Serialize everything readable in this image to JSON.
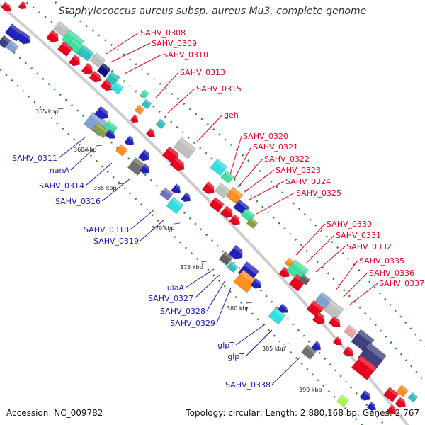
{
  "title": "Staphylococcus aureus subsp. aureus Mu3, complete genome",
  "footer": {
    "accession": "Accession: NC_009782",
    "topology": "Topology: circular; Length: 2,880,168 bp; Genes: 2,767"
  },
  "kbp_markers": [
    "355 kbp",
    "360 kbp",
    "365 kbp",
    "370 kbp",
    "375 kbp",
    "380 kbp",
    "385 kbp",
    "390 kbp"
  ],
  "forward_genes": [
    "SAHV_0308",
    "SAHV_0309",
    "SAHV_0310",
    "SAHV_0313",
    "SAHV_0315",
    "geh",
    "SAHV_0320",
    "SAHV_0321",
    "SAHV_0322",
    "SAHV_0323",
    "SAHV_0324",
    "SAHV_0325",
    "SAHV_0330",
    "SAHV_0331",
    "SAHV_0332",
    "SAHV_0335",
    "SAHV_0336",
    "SAHV_0337"
  ],
  "reverse_genes": [
    "SAHV_0311",
    "nanA",
    "SAHV_0314",
    "SAHV_0316",
    "SAHV_0318",
    "SAHV_0319",
    "ulaA",
    "SAHV_0327",
    "SAHV_0328",
    "SAHV_0329",
    "glpT",
    "glpT",
    "SAHV_0338"
  ],
  "colors": {
    "forward_label": "#e8001c",
    "reverse_label": "#1818b8",
    "backbone": "#8c8c8c",
    "tick_dots": "#2a8a2a"
  }
}
